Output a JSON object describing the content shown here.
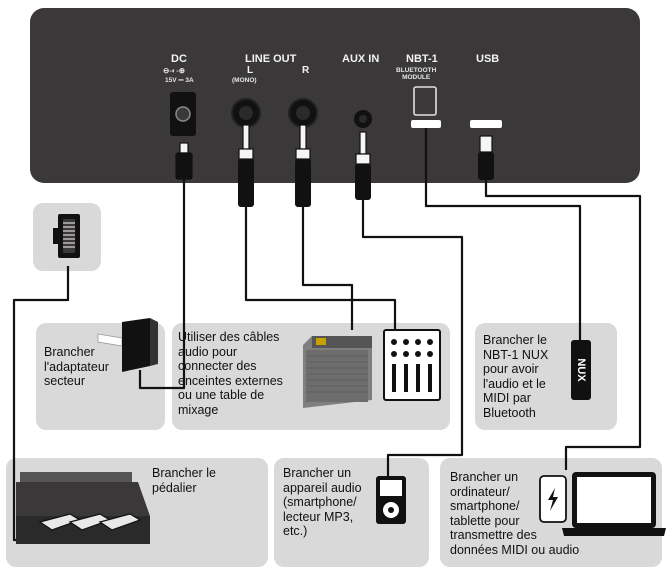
{
  "panel": {
    "dc_label": "DC",
    "dc_symbol": "⊖-◐-⊕",
    "dc_rating": "15V ⎓ 3A",
    "lineout_label": "LINE OUT",
    "lineout_l": "L",
    "lineout_mono": "(MONO)",
    "lineout_r": "R",
    "auxin_label": "AUX IN",
    "nbt_label": "NBT-1",
    "nbt_sub": "BLUETOOTH\nMODULE",
    "usb_label": "USB"
  },
  "boxes": {
    "adapter_text": "Brancher\nl'adaptateur\nsecteur",
    "mixer_text": "Utiliser des câbles\naudio pour\nconnecter des\nenceintes externes\nou une table de\nmixage",
    "nbt_text": "Brancher le\nNBT-1 NUX\npour avoir\nl'audio et le\nMIDI par\nBluetooth",
    "nbt_module_logo": "NUX",
    "pedal_text": "Brancher le\npédalier",
    "audio_text": "Brancher un\nappareil audio\n(smartphone/\nlecteur MP3,\netc.)",
    "computer_text": "Brancher un\nordinateur/\nsmartphone/\ntablette pour\ntransmettre des\ndonnées MIDI ou audio"
  },
  "colors": {
    "panel": "#3a3838",
    "box": "#d9d9d9",
    "cable": "#111111"
  },
  "icons": [
    "power-adapter-icon",
    "amplifier-icon",
    "mixer-icon",
    "bluetooth-module-icon",
    "pedal-unit-icon",
    "mp3-player-icon",
    "smartphone-icon",
    "laptop-icon",
    "connector-icon"
  ]
}
